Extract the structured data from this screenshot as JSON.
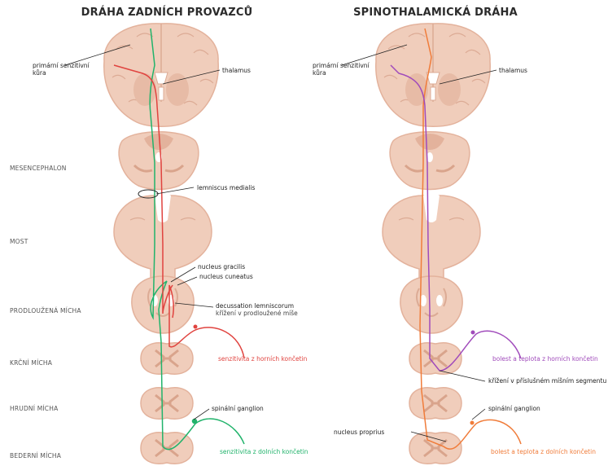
{
  "titles": {
    "left": "DRÁHA ZADNÍCH PROVAZCŮ",
    "right": "SPINOTHALAMICKÁ DRÁHA"
  },
  "levels": {
    "mesencephalon": "MESENCEPHALON",
    "most": "MOST",
    "prodlouzena": "PRODLOUŽENÁ MÍCHA",
    "krcni": "KRČNÍ MÍCHA",
    "hrudni": "HRUDNÍ MÍCHA",
    "bederni": "BEDERNÍ MÍCHA"
  },
  "left_labels": {
    "cortex": "primární senzitivní kůra",
    "thalamus": "thalamus",
    "lemniscus": "lemniscus medialis",
    "gracilis": "nucleus gracilis",
    "cuneatus": "nucleus cuneatus",
    "decussation": "decussation lemniscorum",
    "decussation_sub": "křížení v prodloužené míše",
    "upper": "senzitivita z horních končetin",
    "ganglion": "spinální ganglion",
    "lower": "senzitivita z dolních končetin"
  },
  "right_labels": {
    "cortex": "primární senzitivní kůra",
    "thalamus": "thalamus",
    "upper": "bolest a teplota z horních končetin",
    "crossing": "křížení v příslušném míšním segmentu",
    "ganglion": "spinální ganglion",
    "proprius": "nucleus proprius",
    "lower": "bolest a teplota z dolních končetin"
  },
  "colors": {
    "tissue": "#f0cdbb",
    "tissue_dark": "#e3b29c",
    "red": "#e0433f",
    "green": "#21b36b",
    "purple": "#a04bbb",
    "orange": "#f07c3a"
  }
}
